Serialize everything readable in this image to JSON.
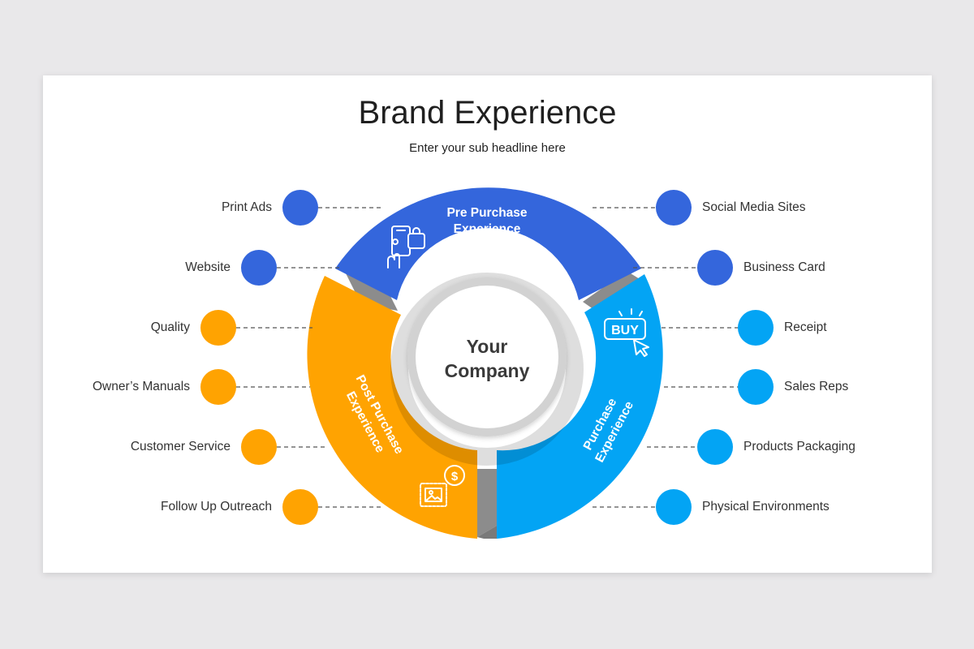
{
  "title": "Brand Experience",
  "subtitle": "Enter your sub headline here",
  "center": {
    "line1": "Your",
    "line2": "Company"
  },
  "colors": {
    "pre": "#3466dc",
    "purchase": "#03a4f4",
    "post": "#ffa301",
    "gray": "#8a8a8a",
    "connector": "#555555"
  },
  "segments": {
    "pre": {
      "line1": "Pre Purchase",
      "line2": "Experience",
      "icon": "mobile-shopping-icon"
    },
    "purchase": {
      "line1": "Purchase",
      "line2": "Experience",
      "icon": "buy-button-icon"
    },
    "post": {
      "line1": "Post Purchase",
      "line2": "Experience",
      "icon": "invoice-payment-icon"
    }
  },
  "left_items": [
    {
      "label": "Print Ads",
      "group": "pre"
    },
    {
      "label": "Website",
      "group": "pre"
    },
    {
      "label": "Quality",
      "group": "post"
    },
    {
      "label": "Owner’s Manuals",
      "group": "post"
    },
    {
      "label": "Customer Service",
      "group": "post"
    },
    {
      "label": "Follow Up Outreach",
      "group": "post"
    }
  ],
  "right_items": [
    {
      "label": "Social Media Sites",
      "group": "pre"
    },
    {
      "label": "Business Card",
      "group": "pre"
    },
    {
      "label": "Receipt",
      "group": "purchase"
    },
    {
      "label": "Sales Reps",
      "group": "purchase"
    },
    {
      "label": "Products Packaging",
      "group": "purchase"
    },
    {
      "label": "Physical Environments",
      "group": "purchase"
    }
  ]
}
